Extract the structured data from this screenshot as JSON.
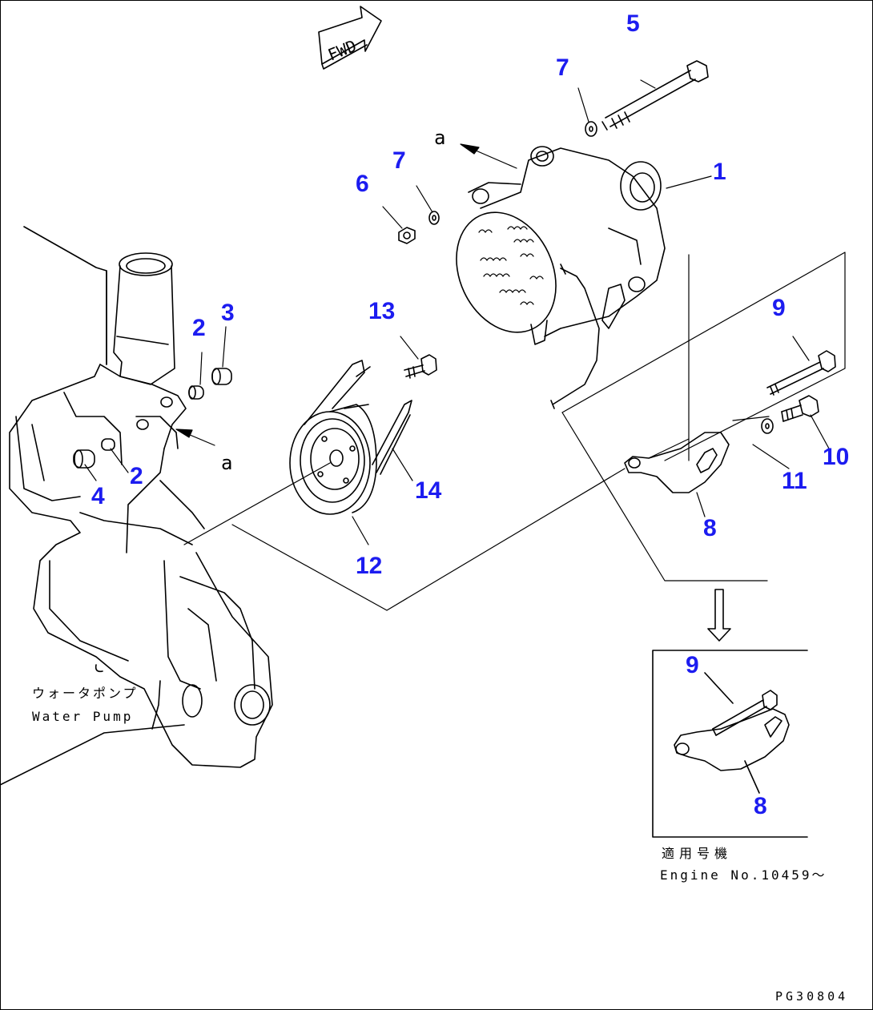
{
  "fwd_label": "FWD",
  "callouts": [
    "1",
    "2",
    "2",
    "3",
    "4",
    "5",
    "6",
    "7",
    "7",
    "8",
    "8",
    "9",
    "9",
    "10",
    "11",
    "12",
    "13",
    "14"
  ],
  "ref_label": "a",
  "water_pump": {
    "jp": "ウォータポンプ",
    "en": "Water Pump"
  },
  "applicable": {
    "jp": "適用号機",
    "en": "Engine No.10459～"
  },
  "drawing_code": "PG30804",
  "colors": {
    "callout": "#1c1cf0",
    "line": "#000000"
  }
}
